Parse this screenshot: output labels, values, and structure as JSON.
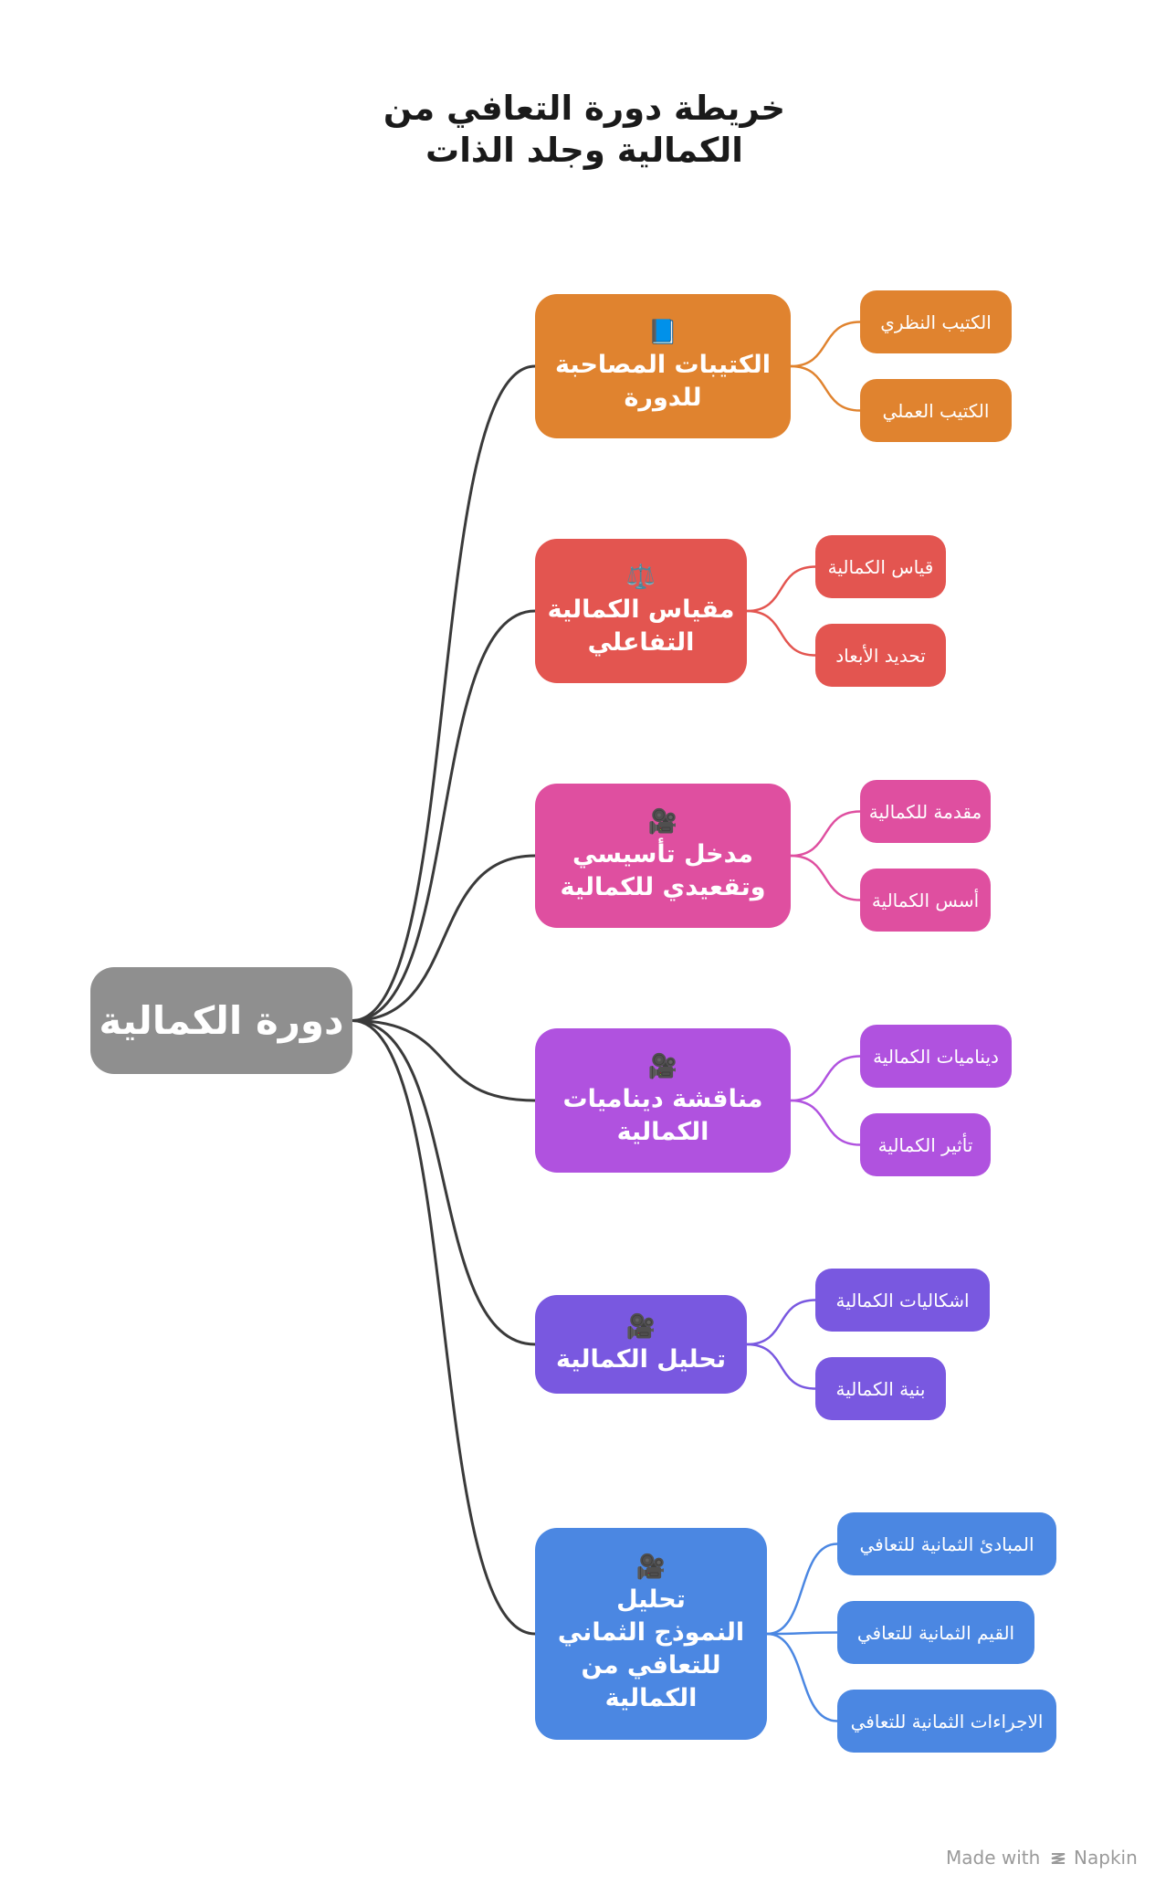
{
  "title_lines": [
    "خريطة  دورة التعافي من",
    "الكمالية وجلد الذات"
  ],
  "root": {
    "label": "دورة الكمالية",
    "color": "#8f8f8f"
  },
  "branches": [
    {
      "icon": "📘",
      "icon_name": "book-icon",
      "lines": [
        "الكتيبات المصاحبة",
        "للدورة"
      ],
      "color": "#e0832f",
      "children": [
        "الكتيب النظري",
        "الكتيب العملي"
      ]
    },
    {
      "icon": "⚖️",
      "icon_name": "scales-icon",
      "lines": [
        "مقياس الكمالية",
        "التفاعلي"
      ],
      "color": "#e35550",
      "children": [
        "قياس الكمالية",
        "تحديد الأبعاد"
      ]
    },
    {
      "icon": "🎥",
      "icon_name": "movie-camera-icon",
      "lines": [
        "مدخل تأسيسي",
        "وتقعيدي للكمالية"
      ],
      "color": "#df4fa0",
      "children": [
        "مقدمة للكمالية",
        "أسس الكمالية"
      ]
    },
    {
      "icon": "🎥",
      "icon_name": "movie-camera-icon",
      "lines": [
        "مناقشة ديناميات",
        "الكمالية"
      ],
      "color": "#b052df",
      "children": [
        "ديناميات الكمالية",
        "تأثير الكمالية"
      ]
    },
    {
      "icon": "🎥",
      "icon_name": "movie-camera-icon",
      "lines": [
        "تحليل الكمالية"
      ],
      "color": "#7958e0",
      "children": [
        "اشكاليات الكمالية",
        "بنية الكمالية"
      ]
    },
    {
      "icon": "🎥",
      "icon_name": "movie-camera-icon",
      "lines": [
        "تحليل",
        "النموذج الثماني",
        "للتعافي من",
        "الكمالية"
      ],
      "color": "#4b87e2",
      "children": [
        "المبادئ الثمانية للتعافي",
        "القيم الثمانية للتعافي",
        "الاجراءات الثمانية للتعافي"
      ]
    }
  ],
  "credit": {
    "prefix": "Made with",
    "brand": "Napkin"
  },
  "edge_color": "#3a3a3a"
}
